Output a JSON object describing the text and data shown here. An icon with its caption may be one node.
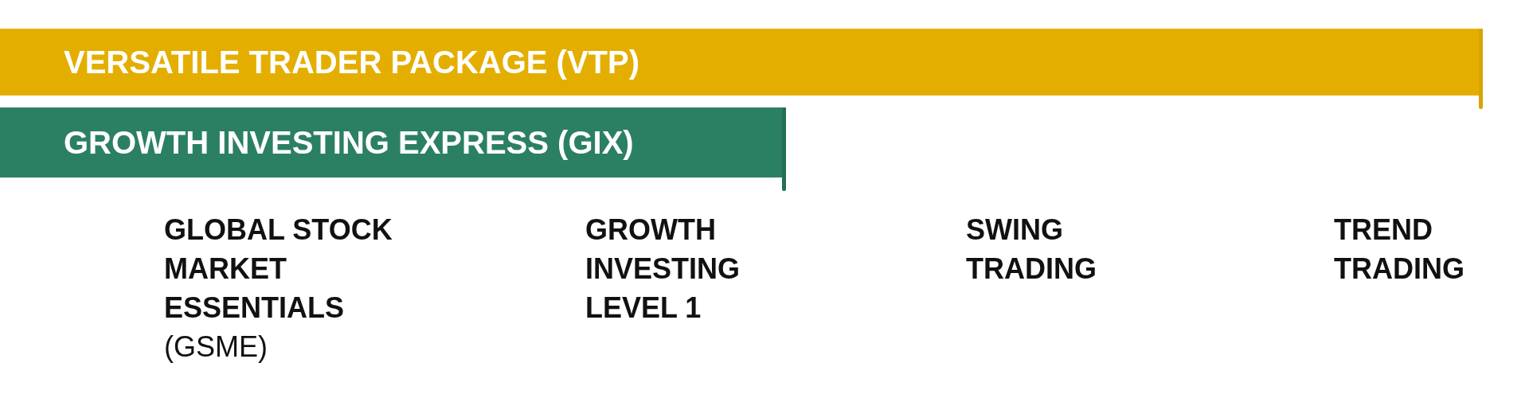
{
  "diagram": {
    "nodes": [
      {
        "text": [
          "VERSATILE TRADER PACKAGE (VTP)"
        ]
      },
      {
        "text": [
          "GROWTH INVESTING EXPRESS (GIX)"
        ]
      }
    ],
    "labels": [
      "**GLOBAL STOCK MARKET ESSENTIALS** (GSME)",
      "GROWTH INVESTING LEVEL 1",
      "SWING TRADING",
      "TREND TRADING"
    ]
  }
}
